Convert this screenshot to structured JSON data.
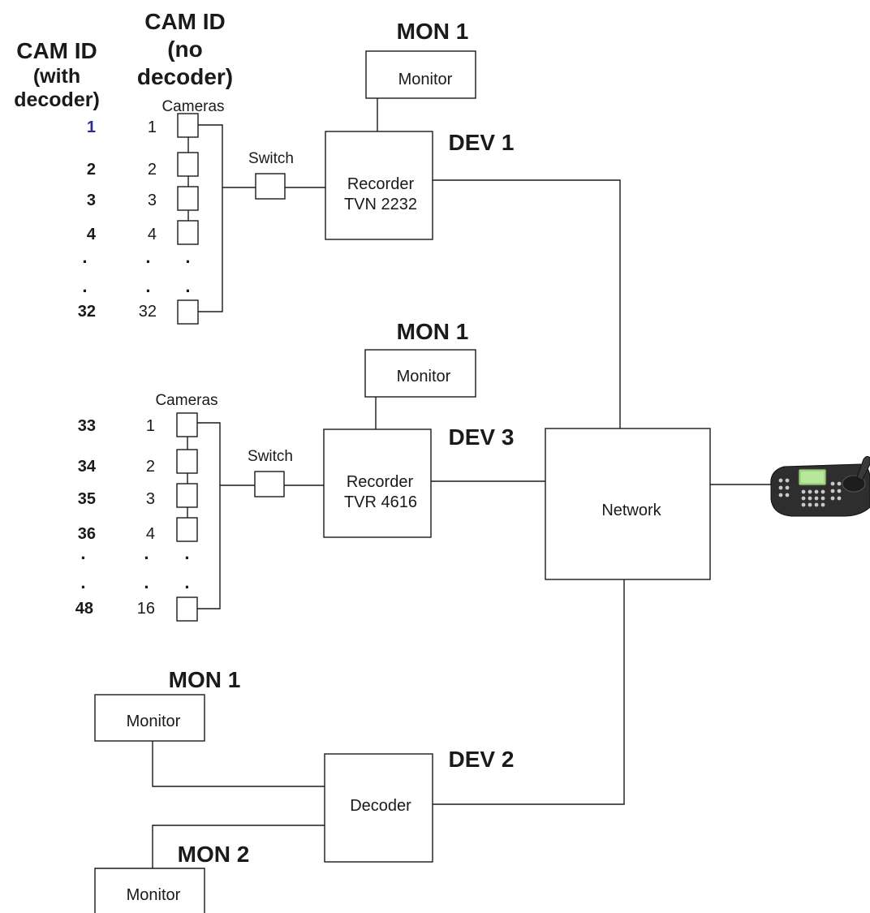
{
  "headers": {
    "cam_id_with_decoder": [
      "CAM ID",
      "(with",
      "decoder)"
    ],
    "cam_id_no_decoder": [
      "CAM ID",
      "(no",
      "decoder)"
    ]
  },
  "group1": {
    "cameras_label": "Cameras",
    "with_decoder_ids": [
      "1",
      "2",
      "3",
      "4",
      "32"
    ],
    "no_decoder_ids": [
      "1",
      "2",
      "3",
      "4",
      "32"
    ],
    "switch_label": "Switch",
    "monitor": {
      "title": "MON 1",
      "label": "Monitor"
    },
    "device": {
      "title": "DEV 1",
      "line1": "Recorder",
      "line2": "TVN 2232"
    }
  },
  "group2": {
    "cameras_label": "Cameras",
    "with_decoder_ids": [
      "33",
      "34",
      "35",
      "36",
      "48"
    ],
    "no_decoder_ids": [
      "1",
      "2",
      "3",
      "4",
      "16"
    ],
    "switch_label": "Switch",
    "monitor": {
      "title": "MON 1",
      "label": "Monitor"
    },
    "device": {
      "title": "DEV 3",
      "line1": "Recorder",
      "line2": "TVR 4616"
    }
  },
  "network": {
    "label": "Network"
  },
  "decoder_group": {
    "device": {
      "title": "DEV 2",
      "label": "Decoder"
    },
    "monitor1": {
      "title": "MON 1",
      "label": "Monitor"
    },
    "monitor2": {
      "title": "MON 2",
      "label": "Monitor"
    }
  },
  "keyboard": {
    "icon": "ptz-keyboard-controller-icon"
  },
  "colors": {
    "line": "#1a1a1a",
    "first_id": "#2b2f8a"
  }
}
